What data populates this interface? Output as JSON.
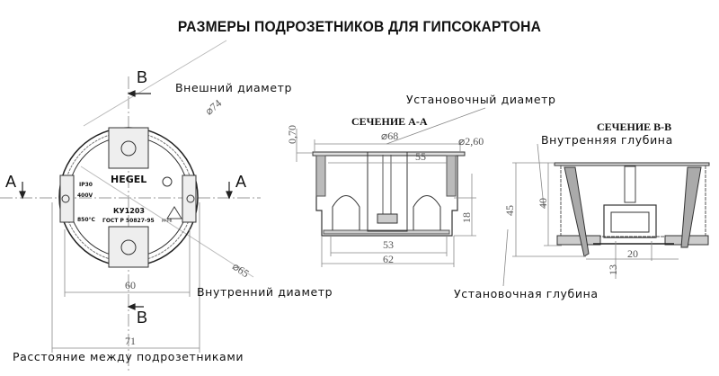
{
  "title": "РАЗМЕРЫ ПОДРОЗЕТНИКОВ ДЛЯ ГИПСОКАРТОНА",
  "top_view": {
    "section_marks": {
      "b_top": "B",
      "b_bottom": "B",
      "a_left": "A",
      "a_right": "A"
    },
    "labels": {
      "outer_diameter": "Внешний диаметр",
      "inner_diameter": "Внутренний диаметр",
      "spacing": "Расстояние между подрозетниками"
    },
    "dimensions": {
      "outer": "⌀74",
      "inner": "⌀65",
      "width_60": "60",
      "width_71": "71"
    },
    "markings": {
      "brand": "HEGEL",
      "ip": "IP30",
      "voltage": "400V",
      "temp": "850°C",
      "model": "КУ1203",
      "standard": "ГОСТ Р 50827-95",
      "material": "PP-PR"
    }
  },
  "section_aa": {
    "title": "СЕЧЕНИЕ А-А",
    "label": "Установочный диаметр",
    "dimensions": {
      "d68": "⌀68",
      "d2_60": "⌀2,60",
      "t0_70": "0,70",
      "w55": "55",
      "h18": "18",
      "w53": "53",
      "w62": "62"
    }
  },
  "section_bb": {
    "title": "СЕЧЕНИЕ В-В",
    "label_inner_depth": "Внутренняя глубина",
    "label_install_depth": "Установочная глубина",
    "dimensions": {
      "h45": "45",
      "h40": "40",
      "w20": "20",
      "h13": "13"
    }
  }
}
